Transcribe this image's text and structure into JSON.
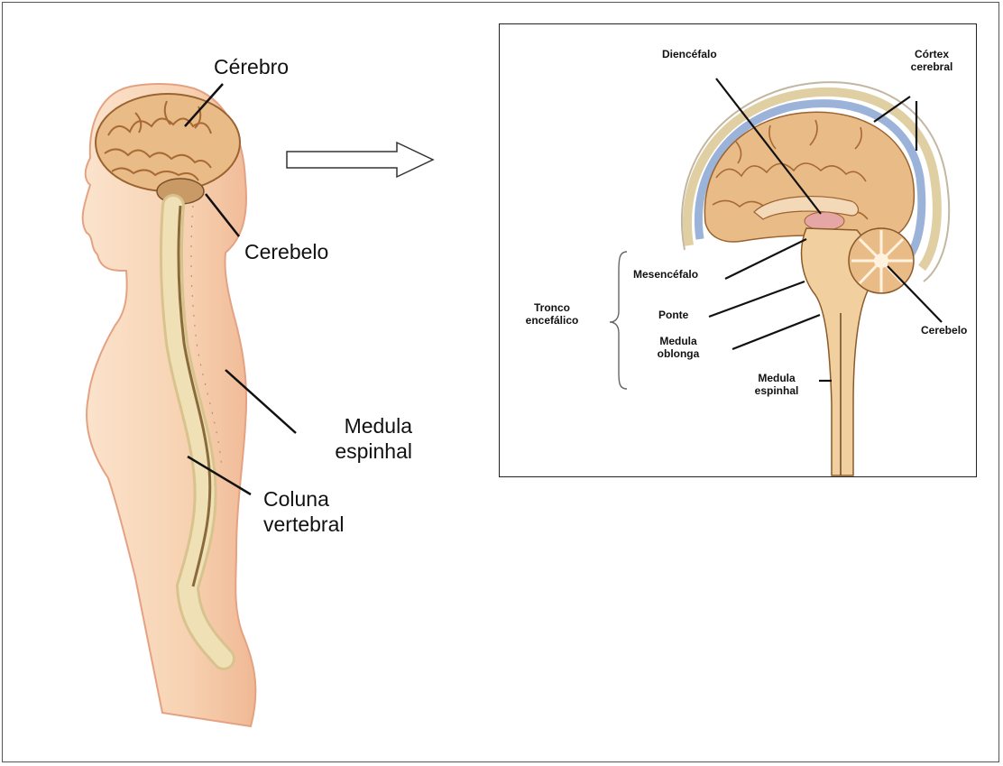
{
  "body_figure": {
    "labels": {
      "cerebro": "Cérebro",
      "cerebelo": "Cerebelo",
      "medula_espinhal": [
        "Medula",
        "espinhal"
      ],
      "coluna_vertebral": [
        "Coluna",
        "vertebral"
      ]
    }
  },
  "brain_detail": {
    "labels": {
      "diencefalo": "Diencéfalo",
      "cortex_cerebral": [
        "Córtex",
        "cerebral"
      ],
      "mesencefalo": "Mesencéfalo",
      "tronco_encefalico": [
        "Tronco",
        "encefálico"
      ],
      "ponte": "Ponte",
      "medula_oblonga": [
        "Medula",
        "oblonga"
      ],
      "medula_espinhal": [
        "Medula",
        "espinhal"
      ],
      "cerebelo": "Cerebelo"
    }
  },
  "colors": {
    "skin": "#f8d7b9",
    "skin_edge": "#e8a98a",
    "brain": "#e9bb87",
    "brain_fold": "#b67b45",
    "bone": "#efe0b6",
    "csf_blue": "#9cb3d9",
    "arrow_outline": "#333333"
  }
}
